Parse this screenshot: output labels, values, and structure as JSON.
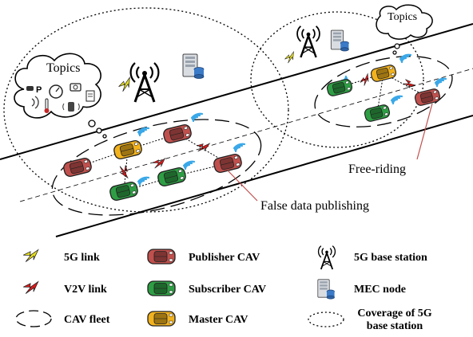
{
  "diagram": {
    "topics_left": "Topics",
    "topics_right": "Topics",
    "free_riding": "Free-riding",
    "false_data": "False data publishing"
  },
  "legend": {
    "link_5g": "5G link",
    "v2v_link": "V2V link",
    "cav_fleet": "CAV fleet",
    "publisher_cav": "Publisher CAV",
    "subscriber_cav": "Subscriber CAV",
    "master_cav": "Master CAV",
    "base_station": "5G base station",
    "mec_node": "MEC node",
    "coverage_line1": "Coverage of 5G",
    "coverage_line2": "base station"
  },
  "colors": {
    "publisher": "#c0504d",
    "subscriber": "#2e9e44",
    "master": "#f2b21d",
    "link_5g": "#e8e01a",
    "link_v2v": "#e01818",
    "signal": "#3aa8e8"
  }
}
